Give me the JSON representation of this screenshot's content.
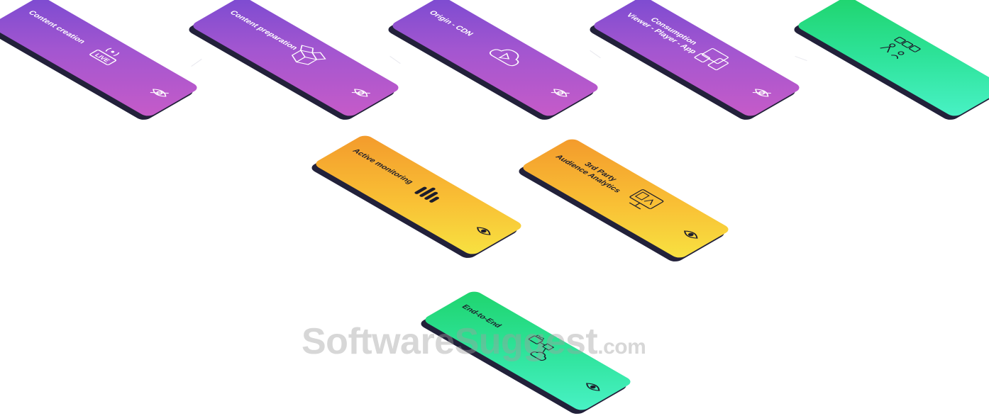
{
  "top_row": [
    {
      "label": "Content creation",
      "icon": "live-broadcast-icon",
      "status_icon": "eye-slash-icon",
      "live_text": "LIVE"
    },
    {
      "label": "Content preparation",
      "icon": "box-package-icon",
      "status_icon": "eye-slash-icon"
    },
    {
      "label": "Origin - CDN",
      "icon": "cloud-play-icon",
      "status_icon": "eye-slash-icon"
    },
    {
      "label_line1": "Consumption",
      "label_line2": "Viewer - Player - App",
      "icon": "devices-icon",
      "status_icon": "eye-slash-icon"
    },
    {
      "label": "",
      "icon": "people-video-icon"
    }
  ],
  "middle_row": [
    {
      "label": "Active monitoring",
      "icon": "bars-icon",
      "status_icon": "eye-icon"
    },
    {
      "label_line1": "3rd Party",
      "label_line2": "Audience Analytics",
      "icon": "analytics-monitor-icon",
      "status_icon": "eye-icon"
    }
  ],
  "bottom": {
    "label": "End-to-End",
    "icon": "camera-cloud-icon",
    "status_icon": "eye-icon"
  },
  "watermark": {
    "main": "SoftwareSuggest",
    "suffix": ".com"
  },
  "colors": {
    "purple": "#a356d0",
    "green": "#2ee39a",
    "yellow": "#f9c035",
    "slab": "#22213a"
  }
}
